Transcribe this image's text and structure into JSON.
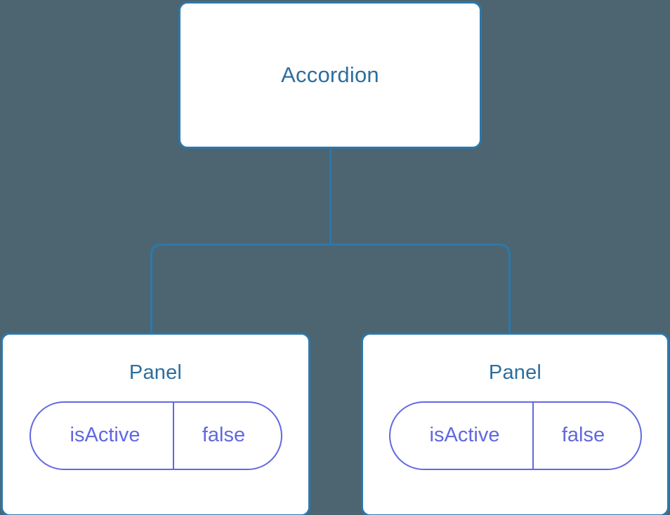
{
  "diagram": {
    "type": "component-tree",
    "background_color": "#4c6570",
    "node_border_color": "#2d78ab",
    "node_title_color": "#2d6e9e",
    "prop_color": "#6168e0",
    "connector_color": "#2d78ab"
  },
  "root": {
    "title": "Accordion"
  },
  "children": [
    {
      "title": "Panel",
      "props": [
        {
          "key": "isActive",
          "value": "false"
        }
      ]
    },
    {
      "title": "Panel",
      "props": [
        {
          "key": "isActive",
          "value": "false"
        }
      ]
    }
  ]
}
